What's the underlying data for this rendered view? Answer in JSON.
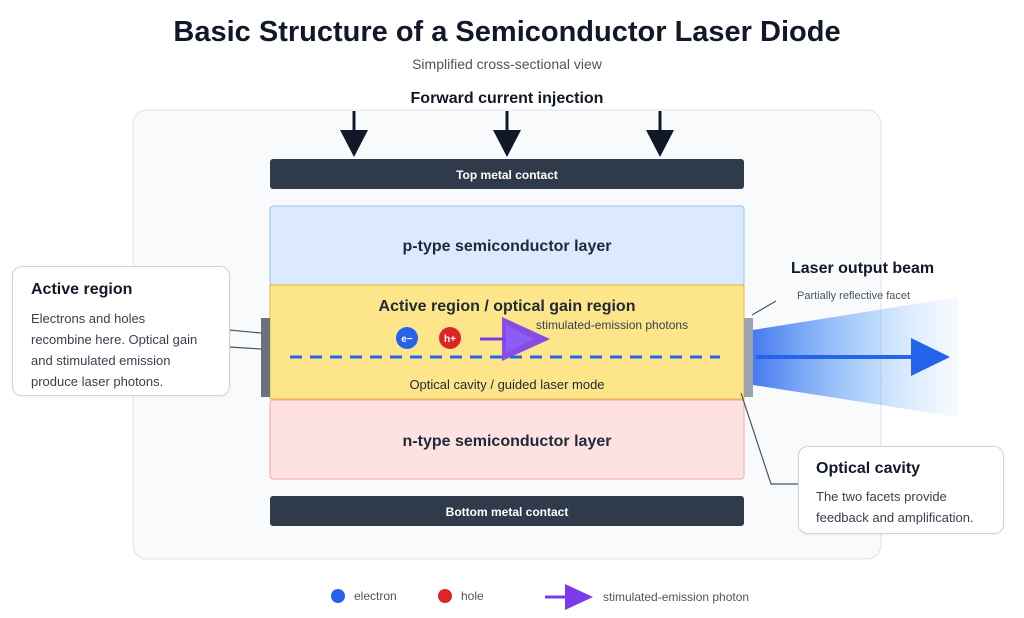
{
  "header": {
    "title": "Basic Structure of a Semiconductor Laser Diode",
    "subtitle": "Simplified cross-sectional view"
  },
  "diagram": {
    "injection_label": "Forward current injection",
    "top_contact": "Top metal contact",
    "p_layer": "p-type semiconductor layer",
    "active_layer": "Active region / optical gain region",
    "photon_label": "stimulated-emission photons",
    "cavity_label": "Optical cavity / guided laser mode",
    "n_layer": "n-type semiconductor layer",
    "bottom_contact": "Bottom metal contact",
    "electron_symbol": "e−",
    "hole_symbol": "h+",
    "output_label": "Laser output beam",
    "facet_label": "Partially reflective facet"
  },
  "callouts": {
    "active": {
      "title": "Active region",
      "body_lines": [
        "Electrons and holes",
        "recombine here. Optical gain",
        "and stimulated emission",
        "produce laser photons."
      ]
    },
    "cavity": {
      "title": "Optical cavity",
      "body_lines": [
        "The two facets provide",
        "feedback and amplification."
      ]
    }
  },
  "legend": {
    "electron": "electron",
    "hole": "hole",
    "photon": "stimulated-emission photon"
  },
  "colors": {
    "contact": "#2f3a4a",
    "p_layer": "#dbeafe",
    "active_layer": "#fde68a",
    "n_layer": "#fee2e2",
    "electron": "#2563eb",
    "hole": "#dc2626",
    "photon": "#7c3aed",
    "beam": "#2563eb"
  }
}
